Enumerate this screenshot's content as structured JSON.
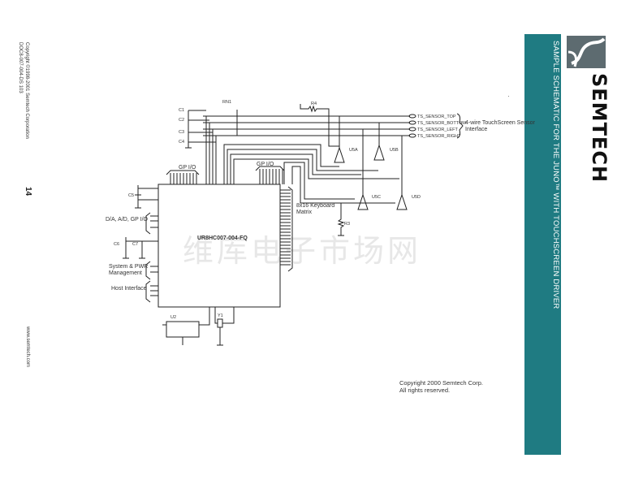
{
  "sidebar_left": {
    "copyright_line1": "Copyright ©1998-2001 Semtech Corporation",
    "copyright_line2": "DOC8-007-004-DS 103",
    "page_number": "14",
    "website": "www.semtech.com"
  },
  "band": {
    "title": "SAMPLE SCHEMATIC FOR THE JUNO™ WITH TOUCHSCREEN DRIVER",
    "brand": "SEMTECH",
    "color": "#1f7b82"
  },
  "schematic": {
    "chip_label": "UR8HC007-004-FQ",
    "resistor_network": "RN1",
    "r4": "R4",
    "r3": "R3",
    "caps": [
      "C1",
      "C2",
      "C3",
      "C4",
      "C5",
      "C6",
      "C7"
    ],
    "buffers": [
      "U5A",
      "U5B",
      "U5C",
      "U5D"
    ],
    "u2": "U2",
    "y1": "Y1",
    "gpio_label": "GP I/O",
    "sensor_signals": [
      "TS_SENSOR_TOP",
      "TS_SENSOR_BOTTOM",
      "TS_SENSOR_LEFT",
      "TS_SENSOR_RIGHT"
    ],
    "sensor_interface_line1": "4-wire TouchScreen Sensor",
    "sensor_interface_line2": "Interface",
    "keyboard_line1": "8x16 Keyboard",
    "keyboard_line2": "Matrix",
    "group_dac": "D/A, A/D, GP I/O",
    "group_pwr_line1": "System & PWR",
    "group_pwr_line2": "Management",
    "group_host": "Host Interface"
  },
  "footer": {
    "copyright_line1": "Copyright 2000 Semtech Corp.",
    "copyright_line2": "All rights reserved."
  },
  "watermark": "维库电子市场网"
}
